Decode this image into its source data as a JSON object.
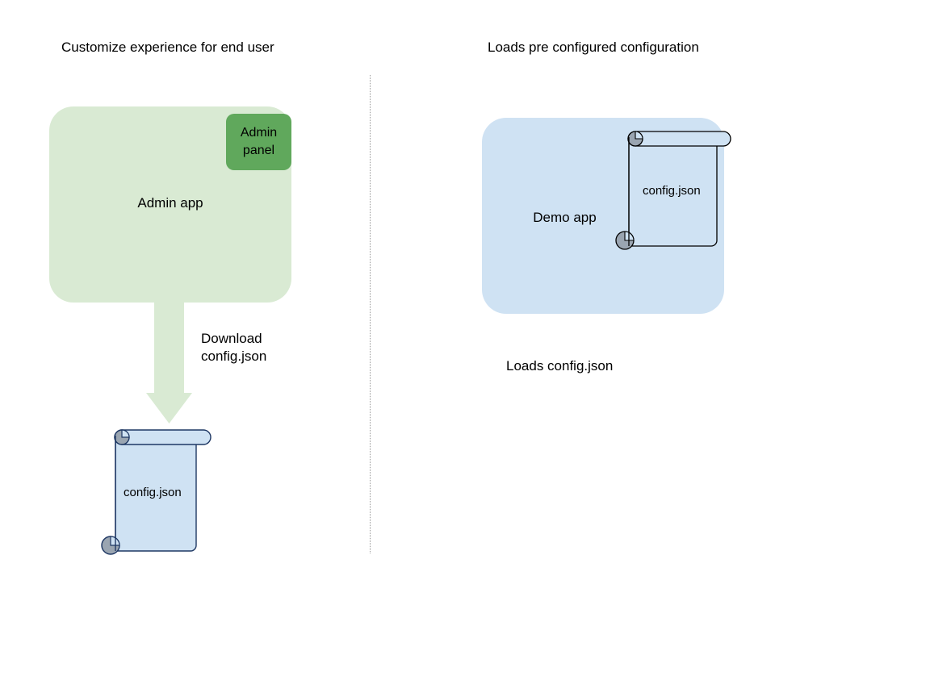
{
  "headings": {
    "left": "Customize experience for end user",
    "right": "Loads pre configured configuration"
  },
  "left_column": {
    "app_box": {
      "label": "Admin app",
      "fill": "#d9ead3"
    },
    "panel": {
      "label": "Admin panel",
      "line1": "Admin",
      "line2": "panel",
      "fill": "#60a85c"
    },
    "arrow": {
      "label_line1": "Download",
      "label_line2": "config.json",
      "fill": "#d9ead3"
    },
    "document": {
      "label": "config.json",
      "fill": "#cfe2f3",
      "stroke": "#1f3864",
      "roll_fill": "#9aa5b1"
    }
  },
  "right_column": {
    "app_box": {
      "label": "Demo app",
      "fill": "#cfe2f3"
    },
    "document": {
      "label": "config.json",
      "fill": "#cfe2f3",
      "stroke": "#000000",
      "roll_fill": "#9aa5b1"
    },
    "caption": "Loads config.json"
  },
  "divider": {
    "style": "dotted",
    "color": "#999999"
  },
  "icons": {
    "down_arrow": "down-arrow-icon",
    "document": "scroll-document-icon"
  }
}
